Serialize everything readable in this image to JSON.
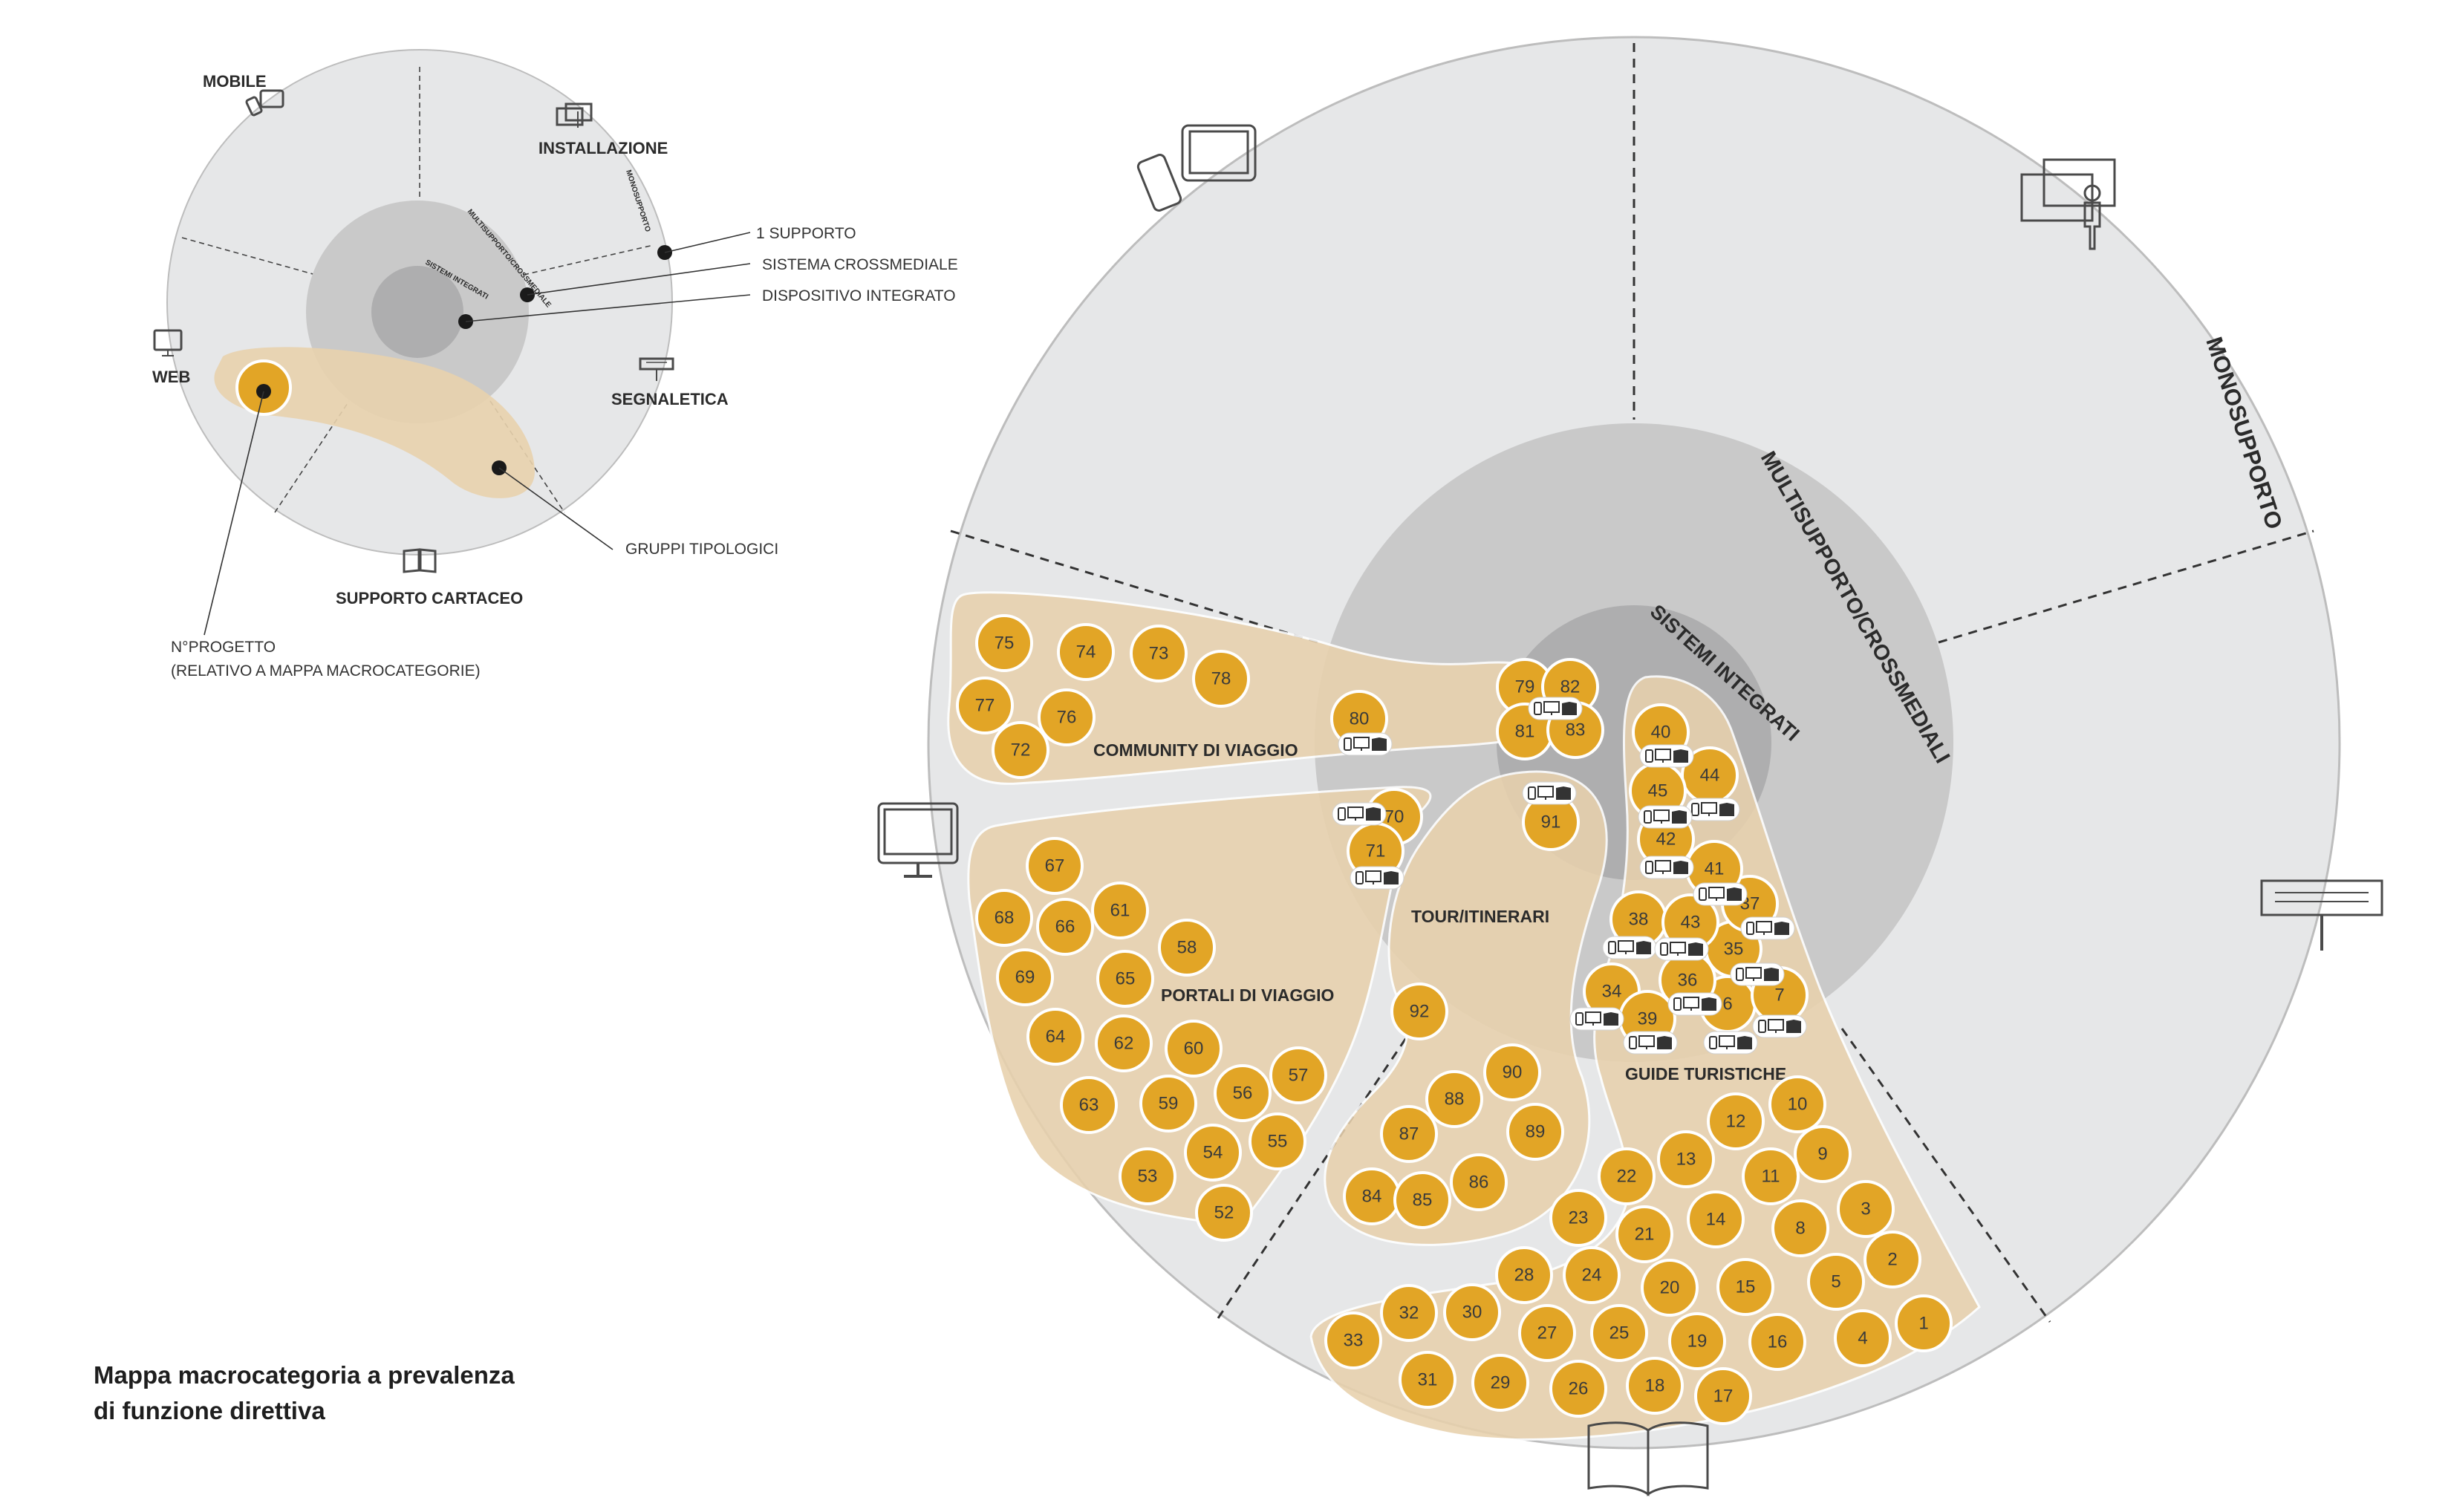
{
  "title_lines": [
    "Mappa macrocategoria a prevalenza",
    "di funzione direttiva"
  ],
  "colors": {
    "outer_ring": "#e6e7e8",
    "multisupporto": "#c9c9c9",
    "sistemi_integrati": "#aeaeaf",
    "group_fill": "#e8d1ad",
    "node_fill": "#e2a526",
    "node_stroke": "#ffffff",
    "text": "#2b2b2b"
  },
  "legend": {
    "sectors": {
      "mobile": "MOBILE",
      "installazione": "INSTALLAZIONE",
      "segnaletica": "SEGNALETICA",
      "supporto_cartaceo": "SUPPORTO CARTACEO",
      "web": "WEB"
    },
    "ring_labels": {
      "mono": "MONOSUPPORTO",
      "multi": "MULTISUPPORTO/CROSSMEDIALE",
      "sistemi": "SISTEMI INTEGRATI"
    },
    "callouts": {
      "uno_supporto": "1 SUPPORTO",
      "sistema_crossmediale": "SISTEMA CROSSMEDIALE",
      "dispositivo_integrato": "DISPOSITIVO INTEGRATO",
      "gruppi_tipologici": "GRUPPI TIPOLOGICI",
      "n_progetto": "N°PROGETTO",
      "relativo": "(RELATIVO A MAPPA MACROCATEGORIE)"
    }
  },
  "main": {
    "ring_labels": {
      "mono": "MONOSUPPORTO",
      "multi": "MULTISUPPORTO/CROSSMEDIALI",
      "sistemi": "SISTEMI INTEGRATI"
    },
    "group_labels": {
      "community": "COMMUNITY DI VIAGGIO",
      "portali": "PORTALI DI VIAGGIO",
      "tour": "TOUR/ITINERARI",
      "guide": "GUIDE TURISTICHE"
    },
    "icons": [
      "mobile-tablet-icon",
      "installation-icon",
      "signage-icon",
      "book-icon",
      "monitor-icon"
    ]
  },
  "nodes": [
    {
      "n": "1"
    },
    {
      "n": "2"
    },
    {
      "n": "3"
    },
    {
      "n": "4"
    },
    {
      "n": "5"
    },
    {
      "n": "6"
    },
    {
      "n": "7"
    },
    {
      "n": "8"
    },
    {
      "n": "9"
    },
    {
      "n": "10"
    },
    {
      "n": "11"
    },
    {
      "n": "12"
    },
    {
      "n": "13"
    },
    {
      "n": "14"
    },
    {
      "n": "15"
    },
    {
      "n": "16"
    },
    {
      "n": "17"
    },
    {
      "n": "18"
    },
    {
      "n": "19"
    },
    {
      "n": "20"
    },
    {
      "n": "21"
    },
    {
      "n": "22"
    },
    {
      "n": "23"
    },
    {
      "n": "24"
    },
    {
      "n": "25"
    },
    {
      "n": "26"
    },
    {
      "n": "27"
    },
    {
      "n": "28"
    },
    {
      "n": "29"
    },
    {
      "n": "30"
    },
    {
      "n": "31"
    },
    {
      "n": "32"
    },
    {
      "n": "33"
    },
    {
      "n": "34"
    },
    {
      "n": "35"
    },
    {
      "n": "36"
    },
    {
      "n": "37"
    },
    {
      "n": "38"
    },
    {
      "n": "39"
    },
    {
      "n": "40"
    },
    {
      "n": "41"
    },
    {
      "n": "42"
    },
    {
      "n": "43"
    },
    {
      "n": "44"
    },
    {
      "n": "45"
    },
    {
      "n": "52"
    },
    {
      "n": "53"
    },
    {
      "n": "54"
    },
    {
      "n": "55"
    },
    {
      "n": "56"
    },
    {
      "n": "57"
    },
    {
      "n": "58"
    },
    {
      "n": "59"
    },
    {
      "n": "60"
    },
    {
      "n": "61"
    },
    {
      "n": "62"
    },
    {
      "n": "63"
    },
    {
      "n": "64"
    },
    {
      "n": "65"
    },
    {
      "n": "66"
    },
    {
      "n": "67"
    },
    {
      "n": "68"
    },
    {
      "n": "69"
    },
    {
      "n": "70"
    },
    {
      "n": "71"
    },
    {
      "n": "72"
    },
    {
      "n": "73"
    },
    {
      "n": "74"
    },
    {
      "n": "75"
    },
    {
      "n": "76"
    },
    {
      "n": "77"
    },
    {
      "n": "78"
    },
    {
      "n": "79"
    },
    {
      "n": "80"
    },
    {
      "n": "81"
    },
    {
      "n": "82"
    },
    {
      "n": "83"
    },
    {
      "n": "84"
    },
    {
      "n": "85"
    },
    {
      "n": "86"
    },
    {
      "n": "87"
    },
    {
      "n": "88"
    },
    {
      "n": "89"
    },
    {
      "n": "90"
    },
    {
      "n": "91"
    },
    {
      "n": "92"
    }
  ]
}
